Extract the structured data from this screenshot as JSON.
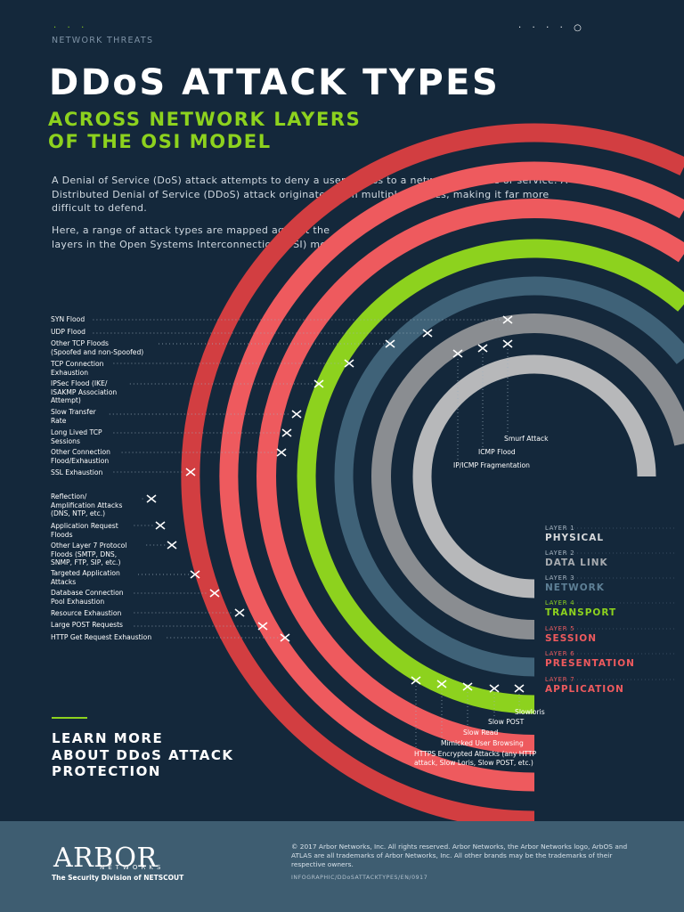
{
  "header": {
    "eyebrow": "NETWORK THREATS",
    "title": "DDoS ATTACK TYPES",
    "subtitle_line1": "ACROSS NETWORK LAYERS",
    "subtitle_line2": "OF THE OSI MODEL",
    "intro_p1": "A Denial of Service (DoS) attack attempts to deny a user access to a network resource or service. A Distributed Denial of Service (DDoS) attack originates from multiple sources, making it far more difficult to defend.",
    "intro_p2": "Here, a range of attack types are mapped against the layers in the Open Systems Interconnection (OSI) model."
  },
  "layers": [
    {
      "tag": "LAYER 1",
      "name": "PHYSICAL",
      "color": "#b7b8ba"
    },
    {
      "tag": "LAYER 2",
      "name": "DATA LINK",
      "color": "#8a8d91"
    },
    {
      "tag": "LAYER 3",
      "name": "NETWORK",
      "color": "#3f6278"
    },
    {
      "tag": "LAYER 4",
      "name": "TRANSPORT",
      "color": "#8dd21e"
    },
    {
      "tag": "LAYER 5",
      "name": "SESSION",
      "color": "#ee5a5e"
    },
    {
      "tag": "LAYER 6",
      "name": "PRESENTATION",
      "color": "#ee5a5e"
    },
    {
      "tag": "LAYER 7",
      "name": "APPLICATION",
      "color": "#d23e41"
    }
  ],
  "left_attacks": [
    {
      "label": "SYN Flood"
    },
    {
      "label": "UDP Flood"
    },
    {
      "label": "Other TCP Floods\n(Spoofed and non-Spoofed)"
    },
    {
      "label": "TCP Connection\nExhaustion"
    },
    {
      "label": "IPSec Flood (IKE/\nISAKMP Association\nAttempt)"
    },
    {
      "label": "Slow Transfer\nRate"
    },
    {
      "label": "Long Lived TCP\nSessions"
    },
    {
      "label": "Other Connection\nFlood/Exhaustion"
    },
    {
      "label": "SSL Exhaustion"
    },
    {
      "label": "Reflection/\nAmplification Attacks\n(DNS, NTP, etc.)"
    },
    {
      "label": "Application Request\nFloods"
    },
    {
      "label": "Other Layer 7 Protocol\nFloods (SMTP, DNS,\nSNMP, FTP, SIP, etc.)"
    },
    {
      "label": "Targeted Application\nAttacks"
    },
    {
      "label": "Database Connection\nPool Exhaustion"
    },
    {
      "label": "Resource Exhaustion"
    },
    {
      "label": "Large POST Requests"
    },
    {
      "label": "HTTP Get Request Exhaustion"
    }
  ],
  "network_attacks": [
    {
      "label": "Smurf Attack"
    },
    {
      "label": "ICMP Flood"
    },
    {
      "label": "IP/ICMP Fragmentation"
    }
  ],
  "application_attacks": [
    {
      "label": "Slowloris"
    },
    {
      "label": "Slow POST"
    },
    {
      "label": "Slow Read"
    },
    {
      "label": "Mimicked User Browsing"
    },
    {
      "label": "HTTPS Encrypted Attacks (any HTTP\nattack, Slow Loris, Slow POST, etc.)"
    }
  ],
  "cta": {
    "line1": "LEARN MORE",
    "line2": "ABOUT DDoS ATTACK",
    "line3": "PROTECTION"
  },
  "footer": {
    "logo": "ARBOR",
    "logo_sub": "NETWORKS",
    "tagline": "The Security Division of NETSCOUT",
    "copyright": "© 2017 Arbor Networks, Inc. All rights reserved. Arbor Networks, the Arbor Networks logo, ArbOS and ATLAS are all trademarks of Arbor Networks, Inc. All other brands may be the trademarks of their respective owners.",
    "code": "INFOGRAPHIC/DDoSATTACKTYPES/EN/0917"
  }
}
